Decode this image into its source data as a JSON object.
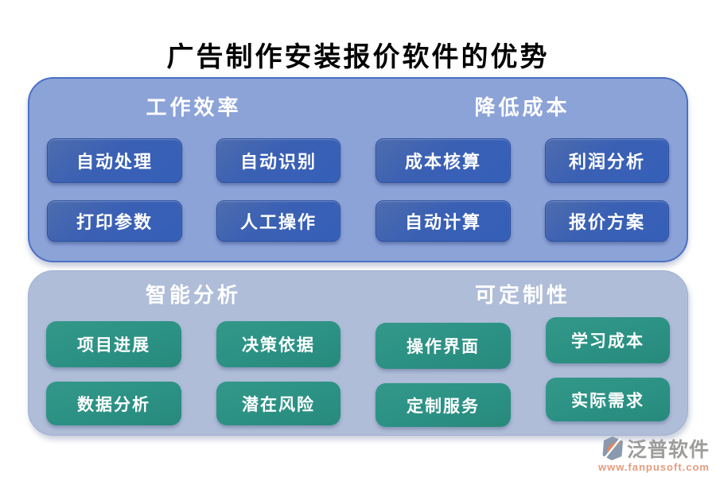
{
  "title": "广告制作安装报价软件的优势",
  "panels": [
    {
      "id": "top",
      "sections": [
        {
          "header": "工作效率",
          "buttons": [
            "自动处理",
            "自动识别",
            "打印参数",
            "人工操作"
          ]
        },
        {
          "header": "降低成本",
          "buttons": [
            "成本核算",
            "利润分析",
            "自动计算",
            "报价方案"
          ]
        }
      ]
    },
    {
      "id": "bottom",
      "sections": [
        {
          "header": "智能分析",
          "buttons": [
            "项目进展",
            "决策依据",
            "数据分析",
            "潜在风险"
          ]
        },
        {
          "header": "可定制性",
          "buttons": [
            "操作界面",
            "学习成本",
            "定制服务",
            "实际需求"
          ]
        }
      ]
    }
  ],
  "footer": {
    "brand": "泛普软件",
    "url": "www.fanpusoft.com"
  },
  "colors": {
    "top_panel_bg": "#8CA3D8",
    "top_panel_border": "#4B70C3",
    "bottom_panel_bg": "#AFBDD8",
    "blue_button": "#3A60B4",
    "teal_button": "#2B9184",
    "header_text": "#FFFFFF",
    "title_text": "#000000",
    "brand_text": "#9C9C9A",
    "brand_url": "#E59B7D",
    "logo_orange": "#DE8660",
    "logo_gray": "#8A99AE"
  }
}
